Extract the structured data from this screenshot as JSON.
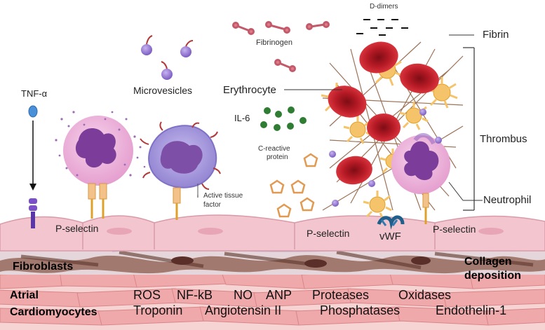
{
  "labels": {
    "tnf": "TNF-α",
    "microvesicles": "Microvesicles",
    "fibrinogen": "Fibrinogen",
    "d_dimers": "D-dimers",
    "fibrin": "Fibrin",
    "erythrocyte": "Erythrocyte",
    "il6": "IL-6",
    "crp_line1": "C-reactive",
    "crp_line2": "protein",
    "thrombus": "Thrombus",
    "neutrophil": "Neutrophil",
    "atf_line1": "Active tissue",
    "atf_line2": "factor",
    "pselectin_left": "P-selectin",
    "pselectin_mid": "P-selectin",
    "pselectin_right": "P-selectin",
    "vwf": "vWF",
    "fibroblasts": "Fibroblasts",
    "collagen_line1": "Collagen",
    "collagen_line2": "deposition",
    "atrial_line1": "Atrial",
    "atrial_line2": "Cardiomyocytes"
  },
  "markers": {
    "row1": [
      "ROS",
      "NF-kB",
      "NO",
      "ANP",
      "Proteases",
      "Oxidases"
    ],
    "row2": [
      "Troponin",
      "Angiotensin II",
      "Phosphatases",
      "Endothelin-1"
    ]
  },
  "colors": {
    "endothelium": "#f3c6cf",
    "erythrocyte": "#c8202c",
    "platelet": "#f7c56a",
    "neutrophil": "#f1b6dc",
    "nucleus": "#8b3fa0",
    "il6": "#2e7d32",
    "vesicle": "#9c7ad9",
    "cardiomyocyte": "#f2b1b1",
    "fibroblast": "#7a4a3b"
  }
}
